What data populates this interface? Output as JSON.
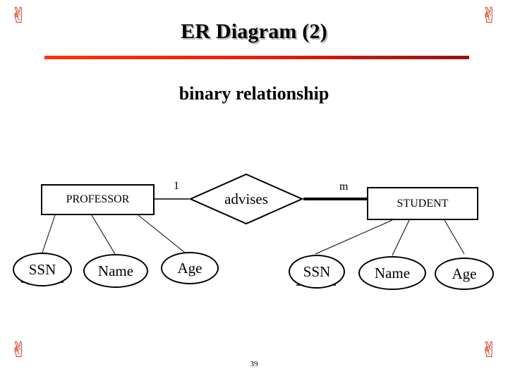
{
  "slide": {
    "title": "ER Diagram (2)",
    "subtitle": "binary relationship",
    "page_number": "39",
    "corner_glyph": "✌",
    "accent_color": "#ff3300",
    "accent_color_end": "#991111"
  },
  "diagram": {
    "entities": [
      {
        "name": "professor-entity",
        "label": "PROFESSOR",
        "shape": "rectangle"
      },
      {
        "name": "student-entity",
        "label": "STUDENT",
        "shape": "rectangle"
      }
    ],
    "relationship": {
      "label": "advises",
      "shape": "diamond"
    },
    "cardinalities": [
      {
        "label": "1",
        "side": "left"
      },
      {
        "label": "m",
        "side": "right"
      }
    ],
    "professor_attributes": [
      {
        "label": "SSN",
        "key": true
      },
      {
        "label": "Name",
        "key": false
      },
      {
        "label": "Age",
        "key": false
      }
    ],
    "student_attributes": [
      {
        "label": "SSN",
        "key": true
      },
      {
        "label": "Name",
        "key": false
      },
      {
        "label": "Age",
        "key": false
      }
    ]
  }
}
